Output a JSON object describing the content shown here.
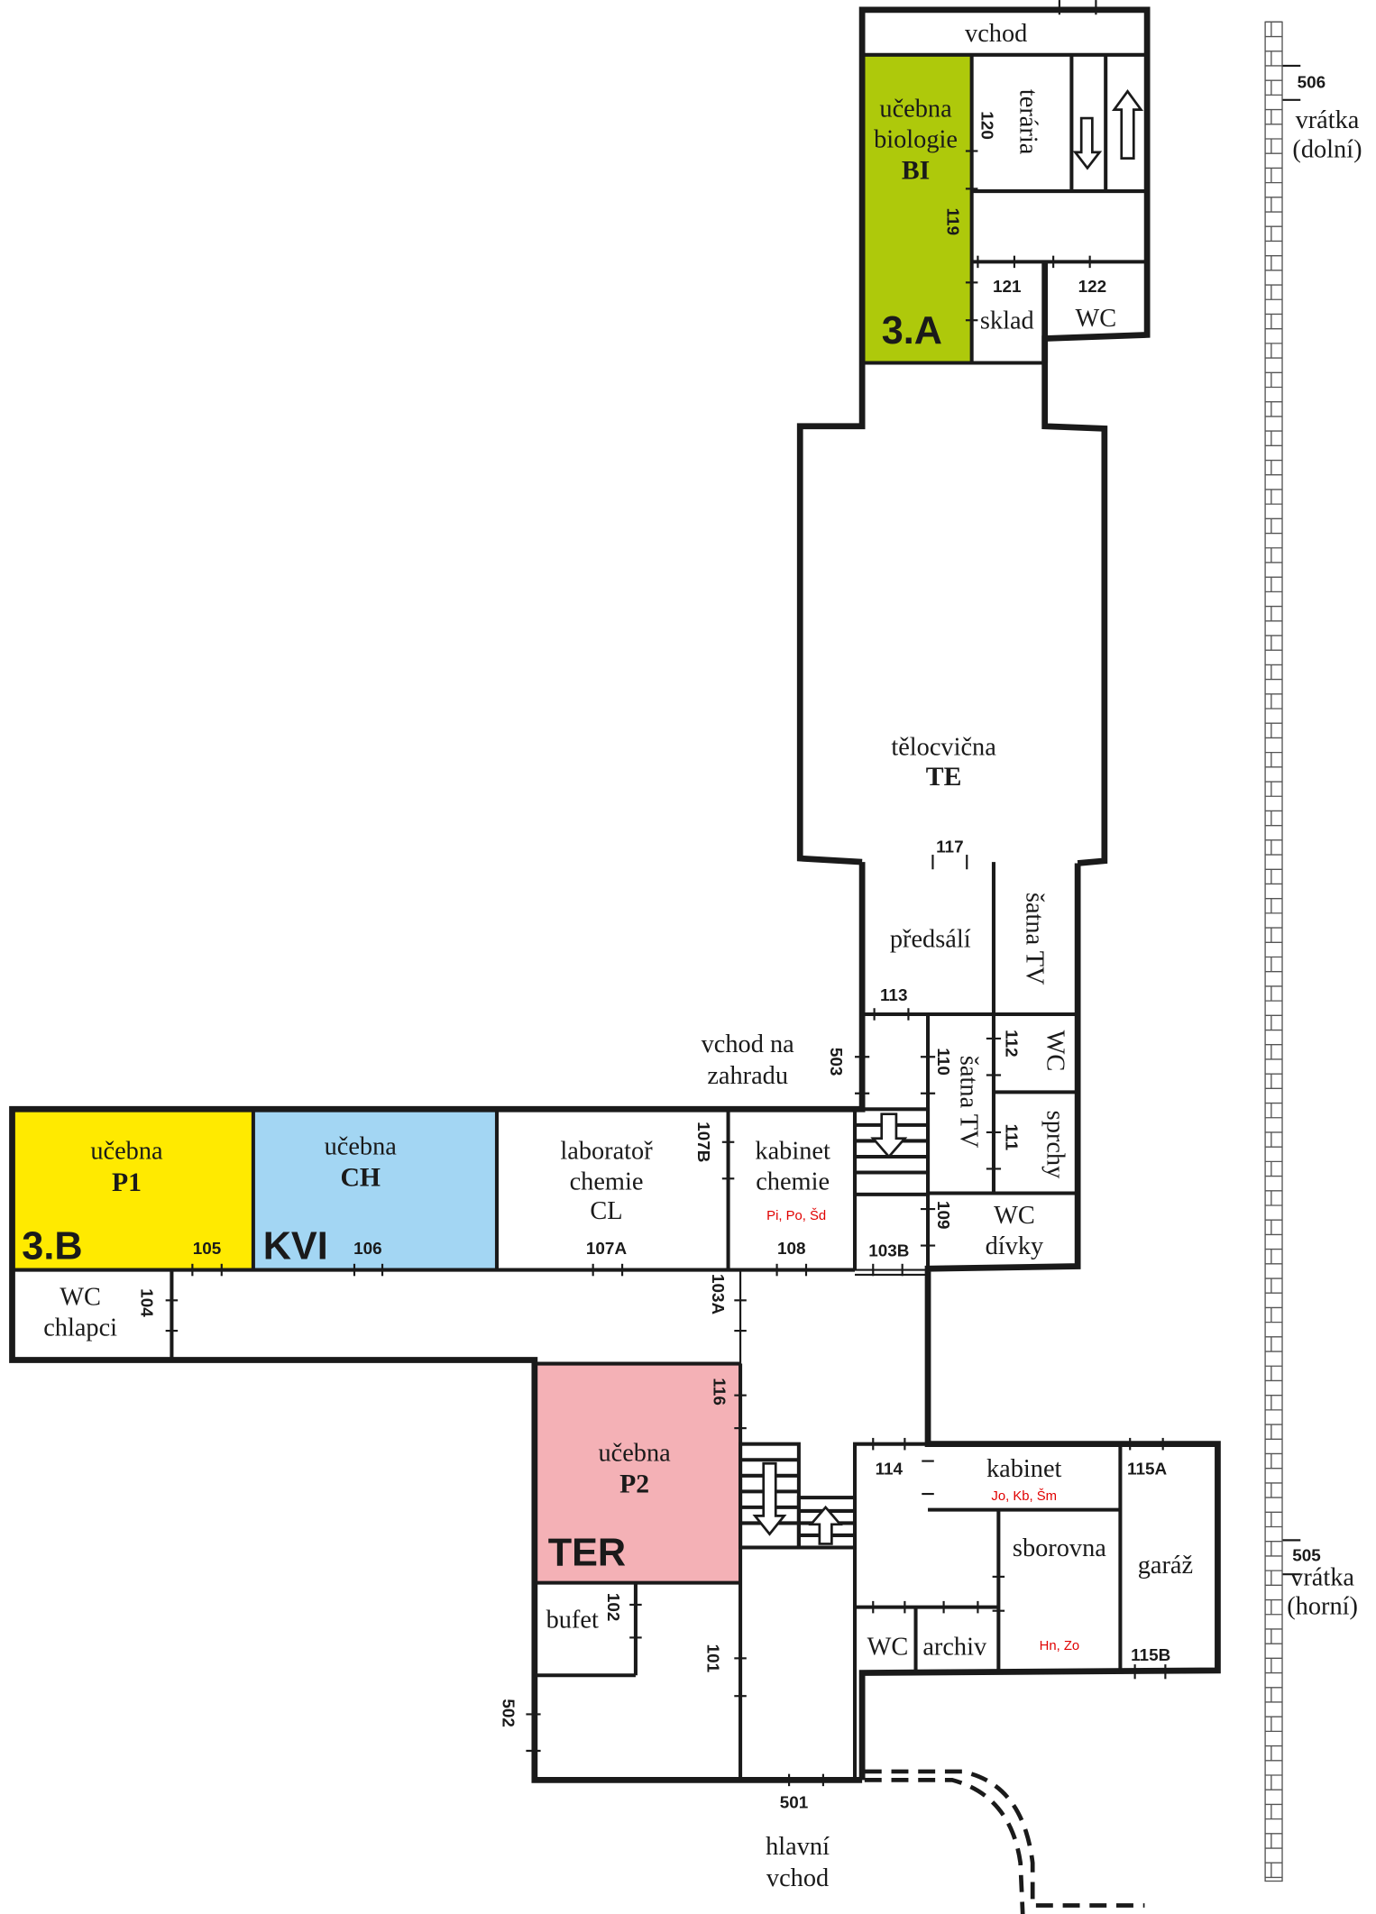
{
  "map": {
    "colors": {
      "bio": "#aec90b",
      "p1": "#ffea00",
      "ch": "#a3d6f3",
      "p2": "#f4b1b6",
      "wall": "#1a1a1a",
      "staff": "#e00000"
    },
    "rooms": {
      "vchod": "vchod",
      "biologie": {
        "line1": "učebna",
        "line2": "biologie",
        "code": "BI",
        "class": "3.A"
      },
      "teraria": "terária",
      "sklad": "sklad",
      "wc_top": "WC",
      "telocvicna": {
        "line1": "tělocvična",
        "code": "TE"
      },
      "predsali": "předsálí",
      "satna_tv_1": "šatna TV",
      "satna_tv_2": "šatna TV",
      "wc_mid": "WC",
      "sprchy": "sprchy",
      "wc_divky": {
        "line1": "WC",
        "line2": "dívky"
      },
      "vchod_zahrada": {
        "line1": "vchod na",
        "line2": "zahradu"
      },
      "p1": {
        "line1": "učebna",
        "code": "P1",
        "class": "3.B"
      },
      "ch": {
        "line1": "učebna",
        "code": "CH",
        "class": "KVI"
      },
      "laborator": {
        "line1": "laboratoř",
        "line2": "chemie",
        "line3": "CL"
      },
      "kabinet_chemie": {
        "line1": "kabinet",
        "line2": "chemie",
        "staff": "Pi, Po, Šd"
      },
      "wc_chlapci": {
        "line1": "WC",
        "line2": "chlapci"
      },
      "p2": {
        "line1": "učebna",
        "code": "P2",
        "class": "TER"
      },
      "bufet": "bufet",
      "kabinet": {
        "line1": "kabinet",
        "staff": "Jo, Kb, Šm"
      },
      "sborovna": {
        "line1": "sborovna",
        "staff": "Hn, Zo"
      },
      "garaz": "garáž",
      "wc_bottom": "WC",
      "archiv": "archiv",
      "hlavni_vchod": {
        "line1": "hlavní",
        "line2": "vchod"
      },
      "vratka_dolni": {
        "line1": "vrátka",
        "line2": "(dolní)"
      },
      "vratka_horni": {
        "line1": "vrátka",
        "line2": "(horní)"
      }
    },
    "doors": {
      "d120": "120",
      "d119": "119",
      "d121": "121",
      "d122": "122",
      "d117": "117",
      "d113": "113",
      "d503": "503",
      "d110": "110",
      "d112": "112",
      "d111": "111",
      "d109": "109",
      "d103B": "103B",
      "d107B": "107B",
      "d105": "105",
      "d106": "106",
      "d107A": "107A",
      "d108": "108",
      "d104": "104",
      "d103A": "103A",
      "d116": "116",
      "d114": "114",
      "d115A": "115A",
      "d115B": "115B",
      "d102": "102",
      "d101": "101",
      "d502": "502",
      "d501": "501",
      "d506": "506",
      "d505": "505"
    }
  }
}
